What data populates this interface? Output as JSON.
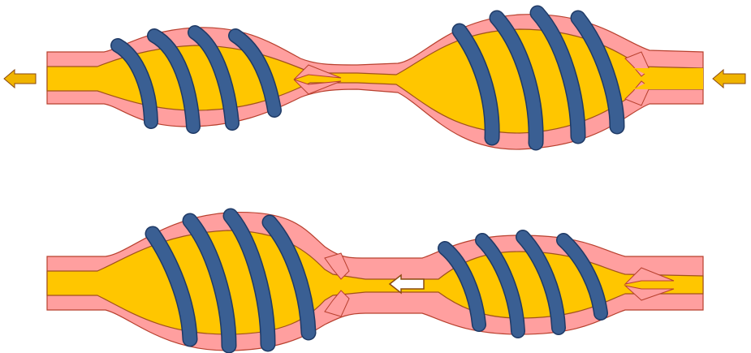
{
  "diagram": {
    "colors": {
      "wall": "#ff9f9f",
      "wall_stroke": "#b8402e",
      "lumen": "#ffc600",
      "lumen_stroke": "#a0521c",
      "band": "#3a5f93",
      "band_stroke": "#1f3a66",
      "arrow_fill": "#f0b400",
      "arrow_stroke": "#8a4a10",
      "arrow_hollow": "#ffffff"
    },
    "panels": [
      {
        "id": "top",
        "left_segment": "contracted",
        "right_segment": "distended",
        "flow_arrows": [
          {
            "direction": "left",
            "style": "filled",
            "placement": "left-edge"
          },
          {
            "direction": "left",
            "style": "filled",
            "placement": "right-edge"
          }
        ]
      },
      {
        "id": "bottom",
        "left_segment": "distended",
        "right_segment": "contracted",
        "flow_arrows": [
          {
            "direction": "left",
            "style": "hollow",
            "placement": "middle"
          }
        ]
      }
    ]
  }
}
